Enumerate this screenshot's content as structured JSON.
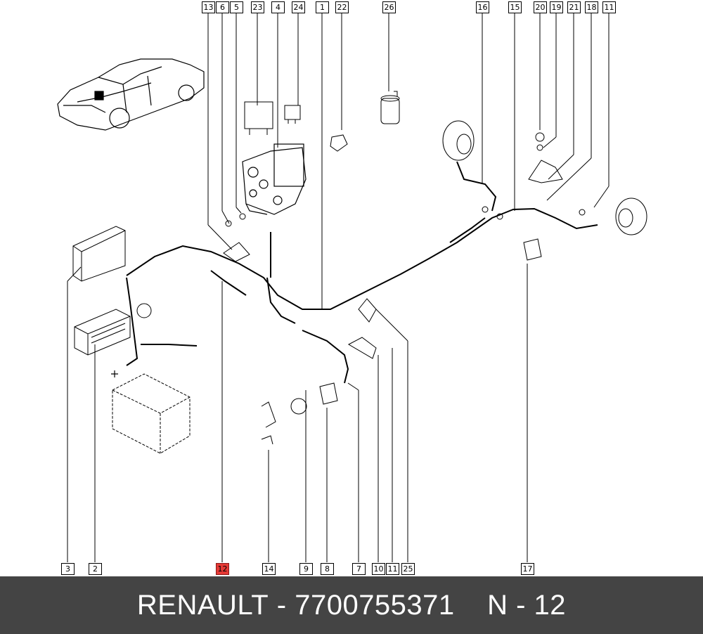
{
  "callouts": {
    "c13": "13",
    "c6": "6",
    "c5": "5",
    "c23": "23",
    "c4": "4",
    "c24": "24",
    "c1": "1",
    "c22": "22",
    "c26": "26",
    "c16": "16",
    "c15": "15",
    "c20": "20",
    "c19": "19",
    "c21": "21",
    "c18": "18",
    "c11a": "11",
    "c3": "3",
    "c2": "2",
    "c12": "12",
    "c14": "14",
    "c9": "9",
    "c8": "8",
    "c7": "7",
    "c10": "10",
    "c11b": "11",
    "c25": "25",
    "c17": "17"
  },
  "highlight_color": "#e53935",
  "footer": {
    "brand": "RENAULT",
    "sep1": " - ",
    "part_number": "7700755371",
    "gap": "    ",
    "ref": "N - 12"
  }
}
